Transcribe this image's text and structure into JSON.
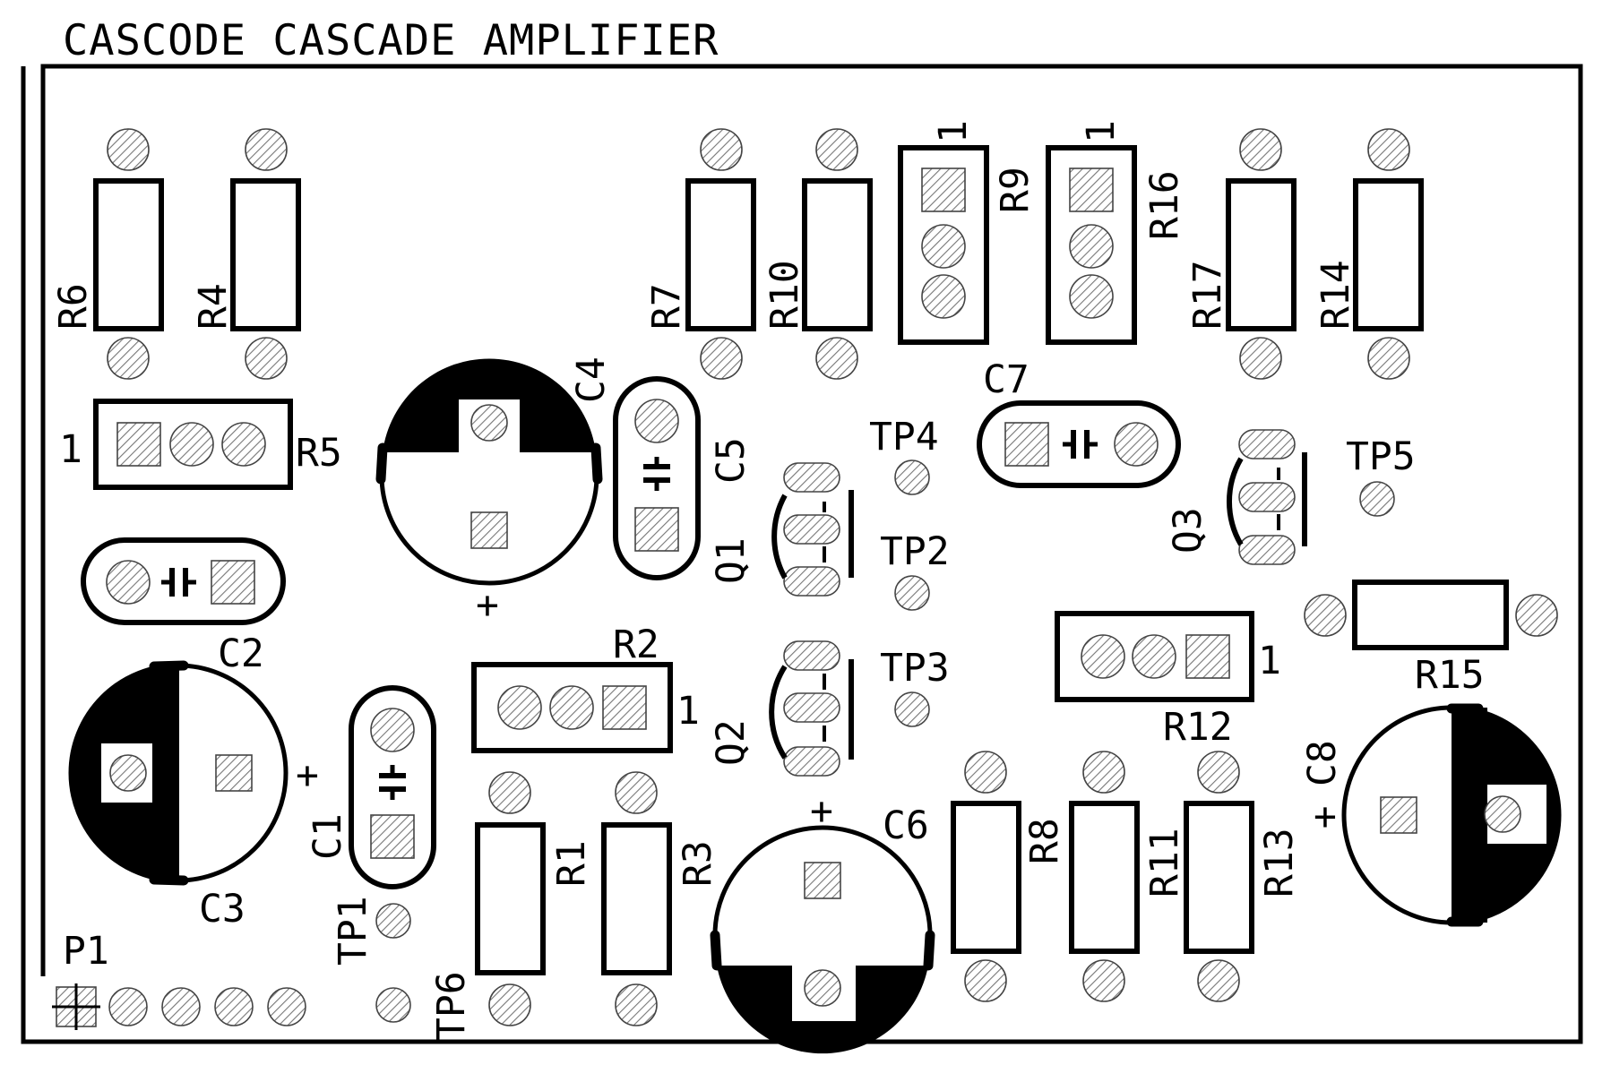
{
  "title": "CASCODE CASCADE AMPLIFIER",
  "labels": {
    "R6": "R6",
    "R4": "R4",
    "R7": "R7",
    "R10": "R10",
    "R9": "R9",
    "R16": "R16",
    "R17": "R17",
    "R14": "R14",
    "R5": "R5",
    "C4": "C4",
    "C5": "C5",
    "TP4": "TP4",
    "C7": "C7",
    "TP5": "TP5",
    "Q3": "Q3",
    "Q1": "Q1",
    "TP2": "TP2",
    "R15": "R15",
    "R2": "R2",
    "TP3": "TP3",
    "R12": "R12",
    "C2": "C2",
    "Q2": "Q2",
    "C8": "C8",
    "C1": "C1",
    "C6": "C6",
    "R8": "R8",
    "R11": "R11",
    "R13": "R13",
    "R1": "R1",
    "R3": "R3",
    "C3": "C3",
    "TP1": "TP1",
    "P1": "P1",
    "TP6": "TP6"
  },
  "pin1": "1",
  "plus": "+"
}
